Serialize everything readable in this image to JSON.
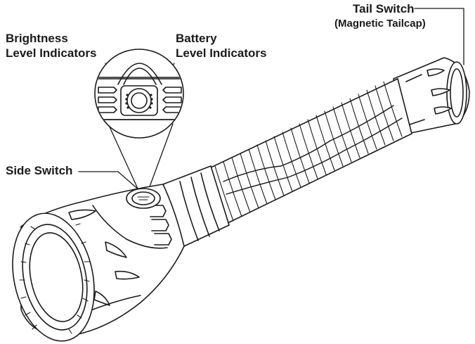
{
  "labels": {
    "brightness": {
      "line1": "Brightness",
      "line2": "Level Indicators"
    },
    "battery": {
      "line1": "Battery",
      "line2": "Level Indicators"
    },
    "side_switch": "Side Switch",
    "tail_switch": {
      "line1": "Tail Switch",
      "line2": "(Magnetic Tailcap)"
    }
  },
  "colors": {
    "ink": "#1a1a1a",
    "fill": "#ffffff",
    "shade": "#e9e9e9"
  },
  "icons": [
    "flashlight-illustration",
    "indicator-zoom-circle"
  ]
}
